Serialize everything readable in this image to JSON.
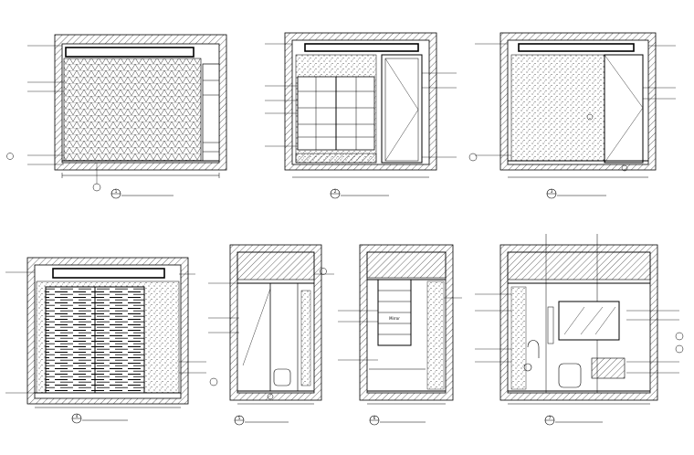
{
  "sheet": {
    "background": "#ffffff",
    "ink": "#000000"
  },
  "elevations": [
    {
      "id": "E1",
      "title": "",
      "scale": "",
      "tag": "1"
    },
    {
      "id": "E2",
      "title": "",
      "scale": "",
      "tag": "2"
    },
    {
      "id": "E3",
      "title": "",
      "scale": "",
      "tag": "3"
    },
    {
      "id": "E4",
      "title": "",
      "scale": "",
      "tag": "4"
    },
    {
      "id": "E5",
      "title": "",
      "scale": "",
      "tag": "5"
    },
    {
      "id": "E6",
      "title": "",
      "scale": "",
      "tag": "6"
    },
    {
      "id": "E7",
      "title": "",
      "scale": "",
      "tag": "7"
    }
  ],
  "notes": {
    "panel_label_e6": "Mirror"
  }
}
